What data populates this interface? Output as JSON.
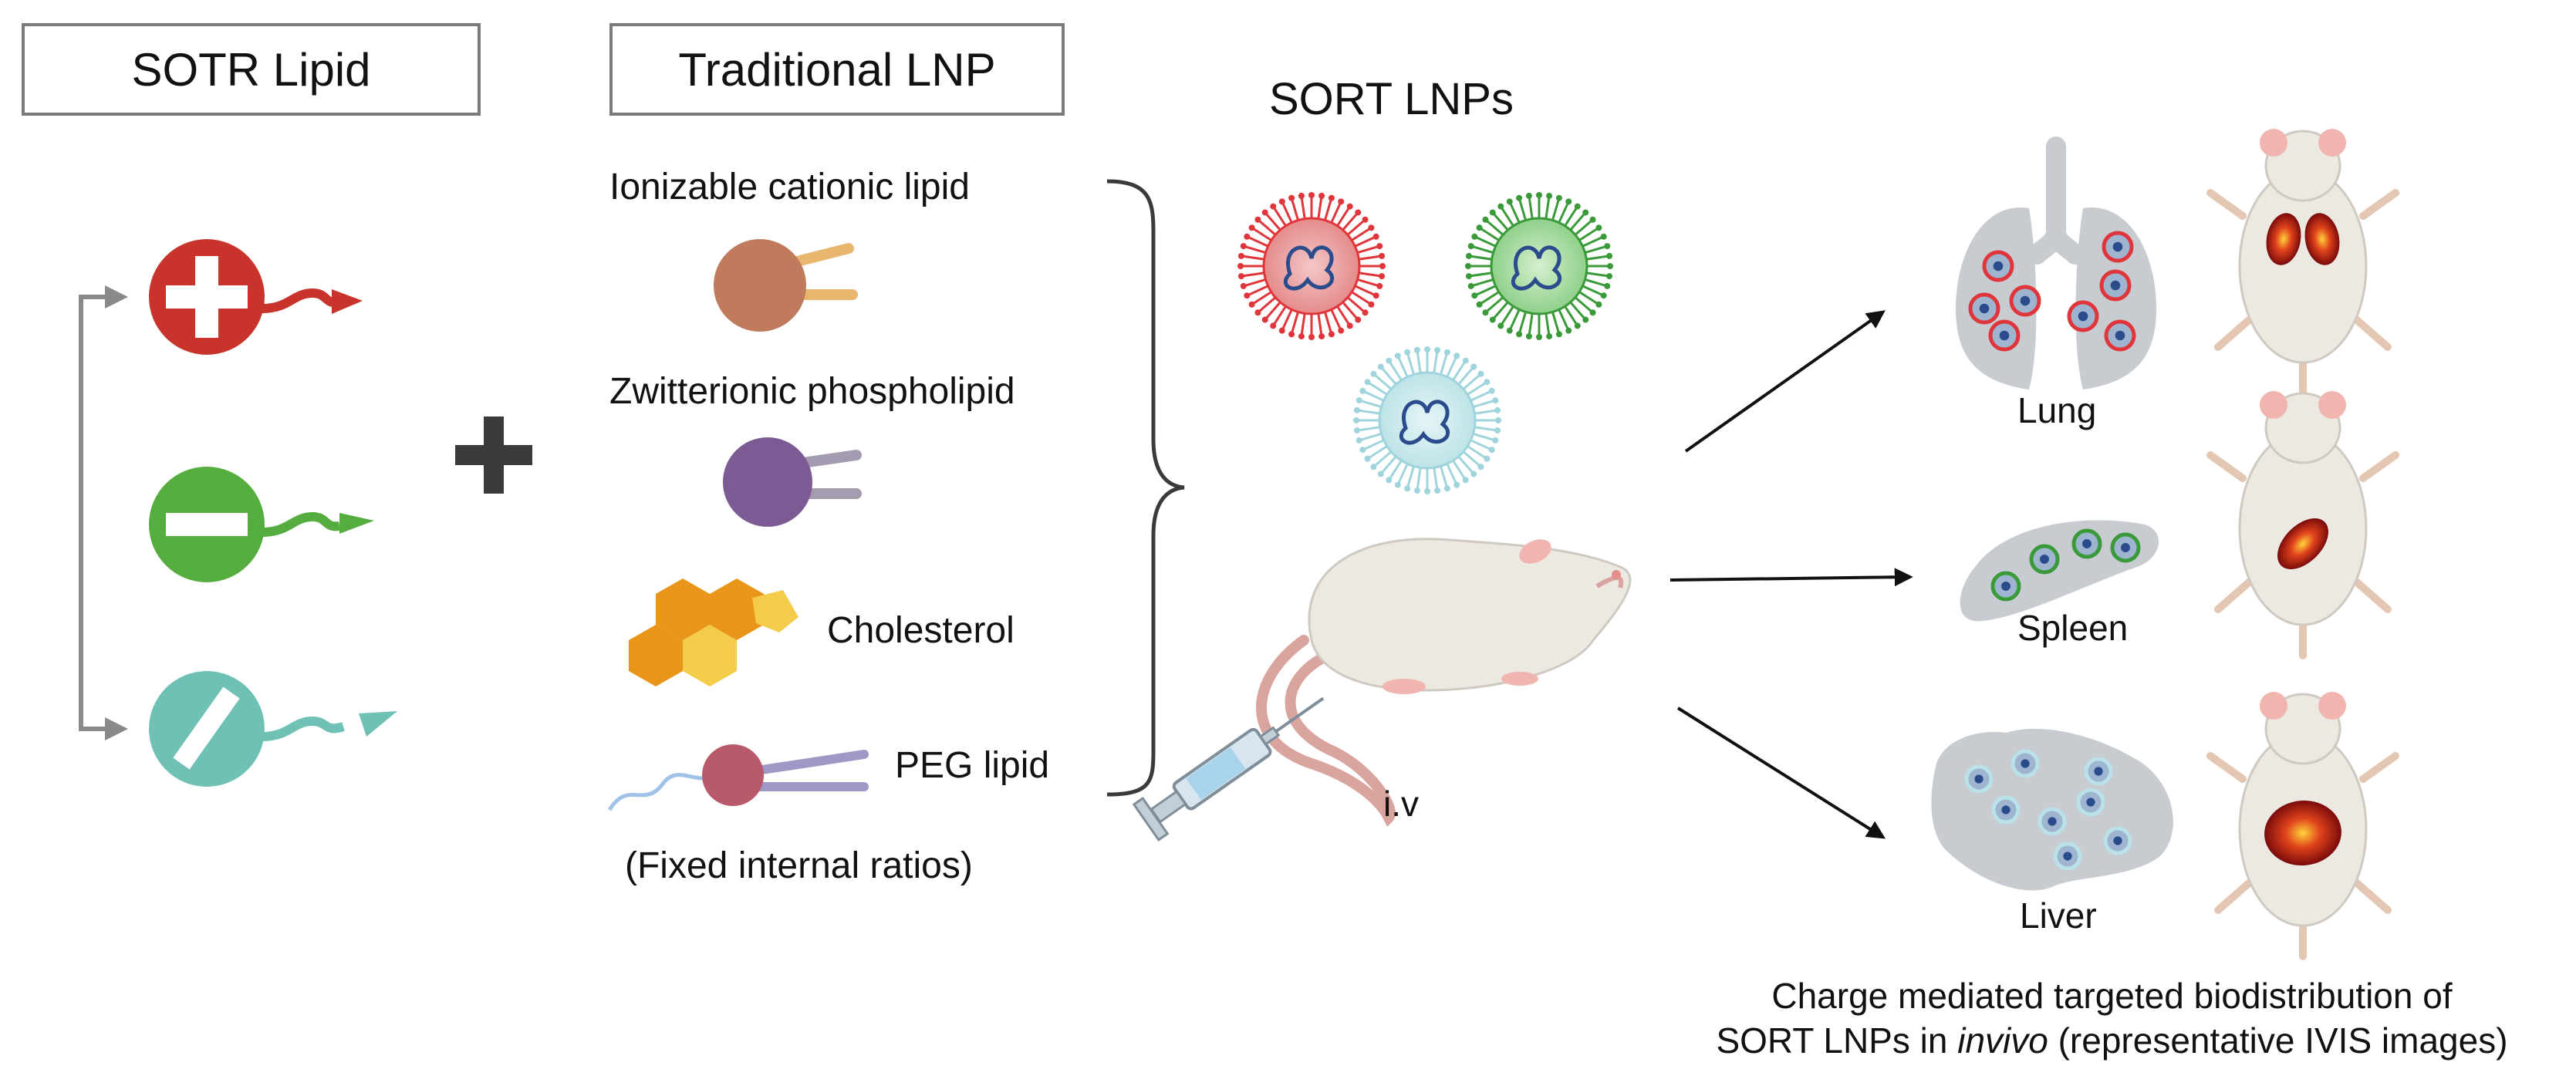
{
  "headers": {
    "sort_lipid": "SOTR Lipid",
    "traditional_lnp": "Traditional LNP",
    "sort_lnps": "SORT LNPs"
  },
  "components": {
    "ionizable": "Ionizable cationic lipid",
    "zwitterionic": "Zwitterionic phospholipid",
    "cholesterol": "Cholesterol",
    "peg": "PEG lipid",
    "note": "(Fixed internal ratios)"
  },
  "route": "i.v",
  "organs": {
    "lung": "Lung",
    "spleen": "Spleen",
    "liver": "Liver"
  },
  "caption": {
    "line1": "Charge mediated targeted biodistribution of",
    "line2_pre": "SORT LNPs in ",
    "line2_em": "invivo",
    "line2_post": " (representative IVIS images)"
  },
  "colors": {
    "positive": "#c8342b",
    "negative": "#55ad3f",
    "neutral": "#6fc0b5",
    "ionizable_head": "#c07a5c",
    "ionizable_tail": "#e8b66c",
    "zwitter_head": "#7c5a93",
    "zwitter_tail": "#a59bb0",
    "peg_head": "#b95a6b",
    "peg_tail": "#9f98c6",
    "cholesterol_dark": "#e8951a",
    "cholesterol_light": "#f3cc4a",
    "organ_gray": "#c8cbd0",
    "mouse_body": "#ece8e2"
  }
}
